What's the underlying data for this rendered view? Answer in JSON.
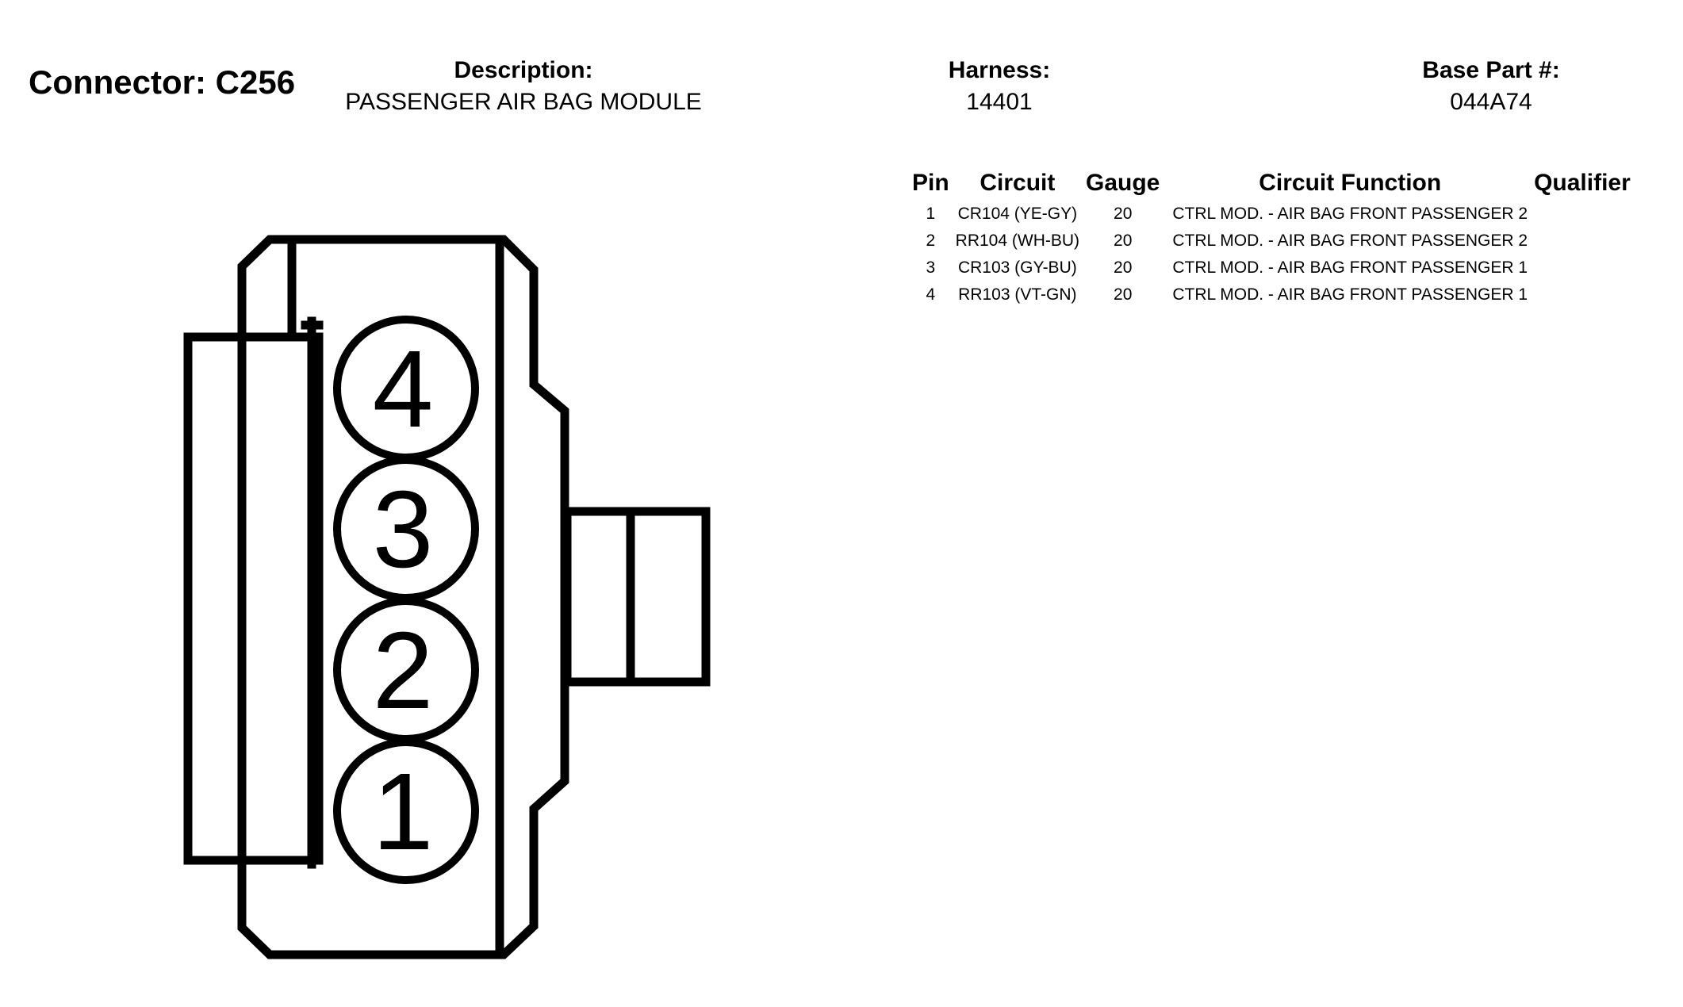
{
  "header": {
    "connector_title": "Connector: C256",
    "description_label": "Description:",
    "description_value": "PASSENGER AIR BAG MODULE",
    "harness_label": "Harness:",
    "harness_value": "14401",
    "base_part_label": "Base Part #:",
    "base_part_value": "044A74"
  },
  "table": {
    "columns": [
      "Pin",
      "Circuit",
      "Gauge",
      "Circuit Function",
      "Qualifier"
    ],
    "rows": [
      {
        "pin": "1",
        "circuit": "CR104 (YE-GY)",
        "gauge": "20",
        "function": "CTRL MOD. - AIR BAG FRONT PASSENGER 2",
        "qualifier": ""
      },
      {
        "pin": "2",
        "circuit": "RR104 (WH-BU)",
        "gauge": "20",
        "function": "CTRL MOD. - AIR BAG FRONT PASSENGER 2",
        "qualifier": ""
      },
      {
        "pin": "3",
        "circuit": "CR103 (GY-BU)",
        "gauge": "20",
        "function": "CTRL MOD. - AIR BAG FRONT PASSENGER 1",
        "qualifier": ""
      },
      {
        "pin": "4",
        "circuit": "RR103 (VT-GN)",
        "gauge": "20",
        "function": "CTRL MOD. - AIR BAG FRONT PASSENGER 1",
        "qualifier": ""
      }
    ]
  },
  "diagram": {
    "pin_labels": [
      "4",
      "3",
      "2",
      "1"
    ],
    "stroke_color": "#000000"
  }
}
